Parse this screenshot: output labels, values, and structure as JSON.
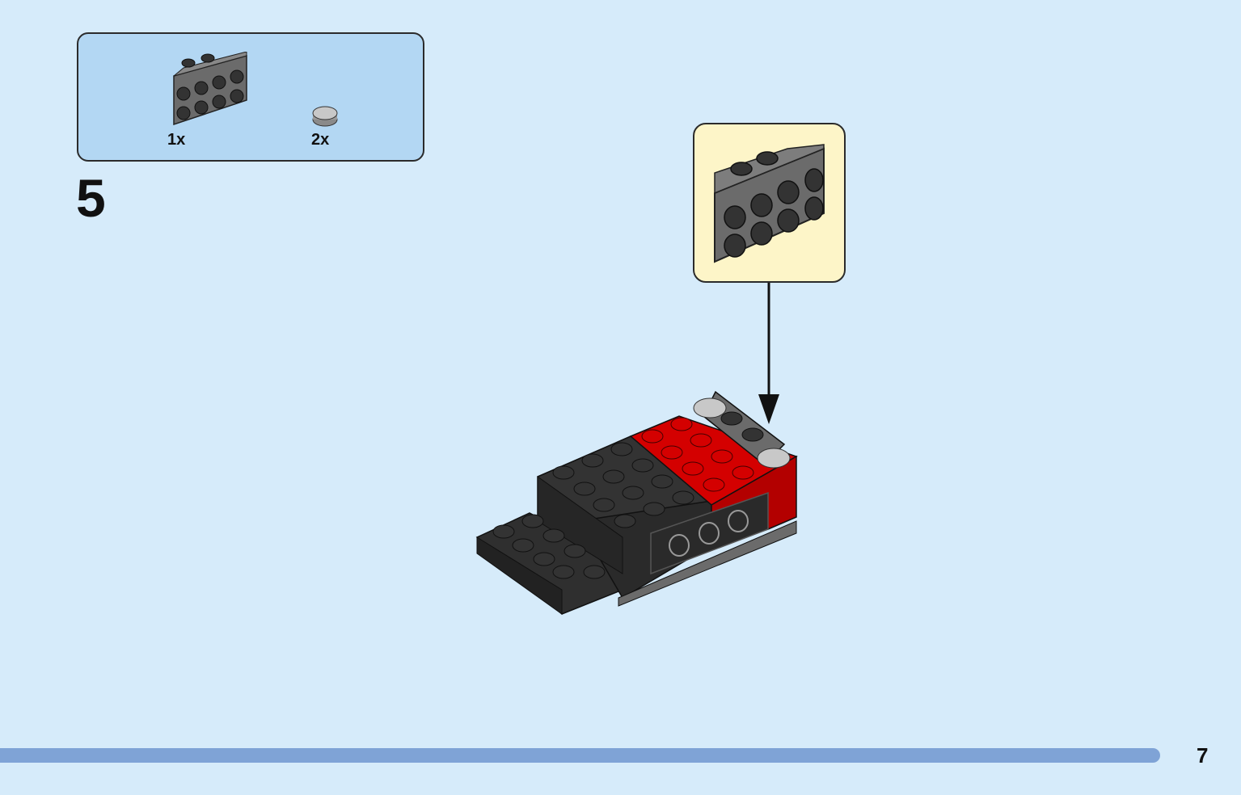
{
  "parts_list": {
    "items": [
      {
        "qty": "1x",
        "part": "dark-grey-bracket-1x2-2x4-icon",
        "color": "#6b6b6b"
      },
      {
        "qty": "2x",
        "part": "light-grey-round-tile-1x1-icon",
        "color": "#b9b9b9"
      }
    ]
  },
  "step": {
    "number": "5"
  },
  "callout": {
    "part": "dark-grey-bracket-1x2-2x4-icon"
  },
  "model": {
    "name": "car-body-assembly",
    "colors": {
      "black": "#333333",
      "red": "#d40000",
      "dark_grey": "#6b6b6b",
      "light_grey": "#b9b9b9"
    }
  },
  "page": {
    "number": "7"
  },
  "colors": {
    "background": "#d6ebfa",
    "parts_box": "#b3d7f3",
    "callout": "#fdf5c8",
    "progress": "#7fa3d6"
  }
}
